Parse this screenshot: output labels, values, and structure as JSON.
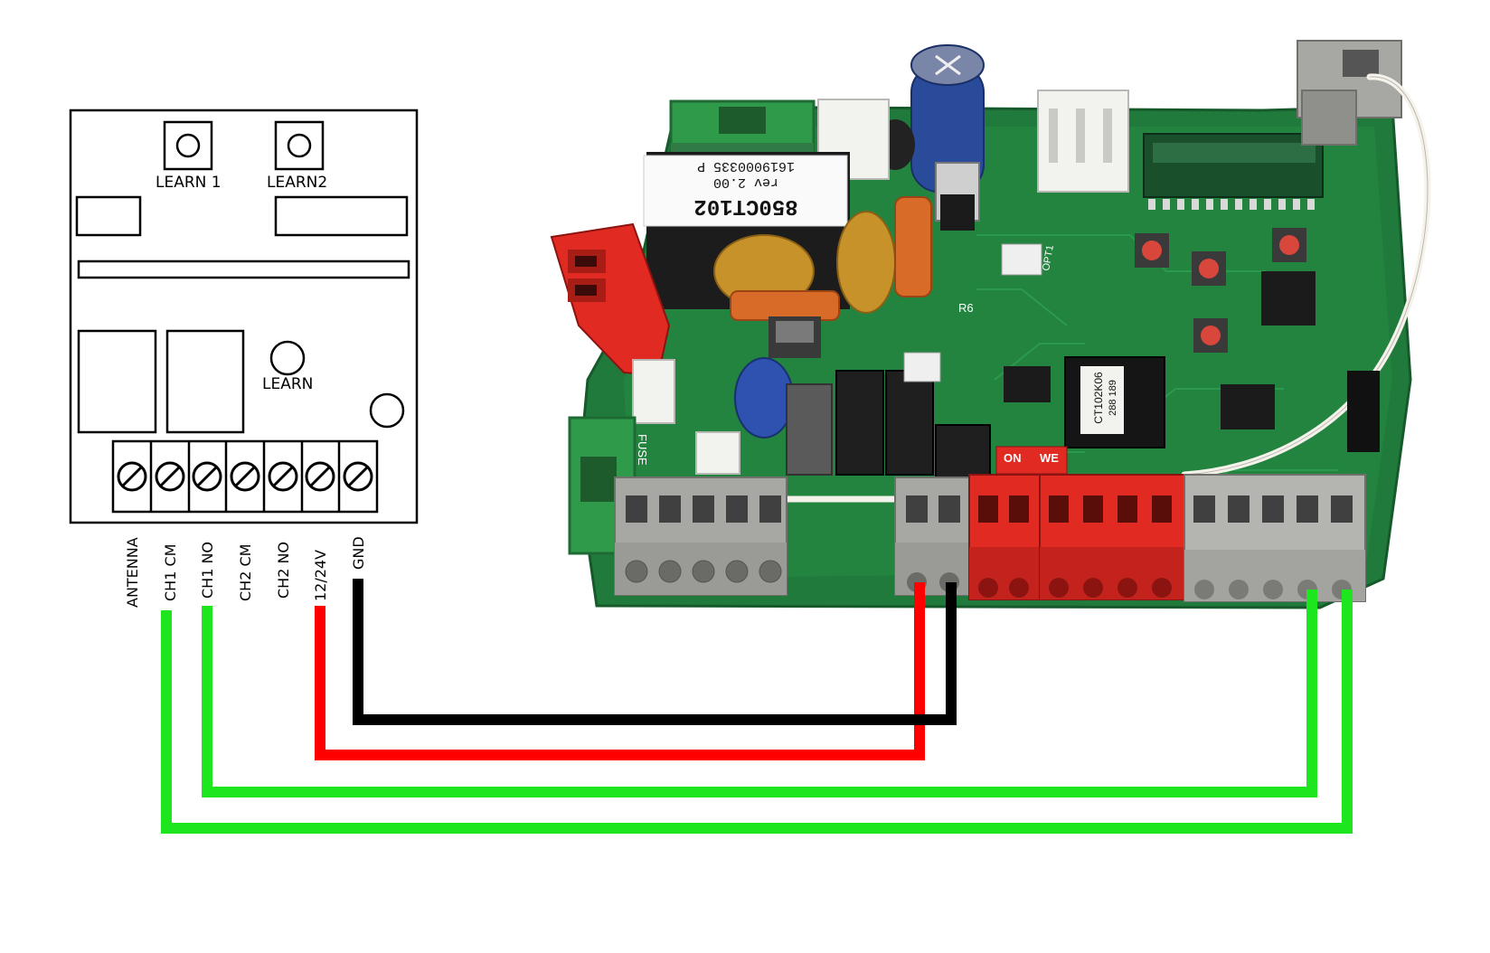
{
  "receiver": {
    "buttons": [
      "LEARN 1",
      "LEARN2"
    ],
    "learn_label": "LEARN",
    "terminals": [
      "ANTENNA",
      "CH1 CM",
      "CH1 NO",
      "CH2 CM",
      "CH2 NO",
      "12/24V",
      "GND"
    ]
  },
  "board": {
    "model": "850CT102",
    "rev": "rev  2.00",
    "part_no": "1619000335 P",
    "chip_label_1": "CT102K06",
    "chip_label_2": "288 189",
    "dip_on": "ON",
    "dip_we": "WE",
    "fuse_label": "FUSE",
    "r6_label": "R6",
    "opt1_label": "OPT1"
  },
  "wire_colors": {
    "signal": "#1ee61e",
    "power": "#ff0000",
    "ground": "#000000",
    "pcb": "#1f7a3c",
    "terminal_red": "#e02a22",
    "terminal_grey": "#a7a7a4"
  }
}
